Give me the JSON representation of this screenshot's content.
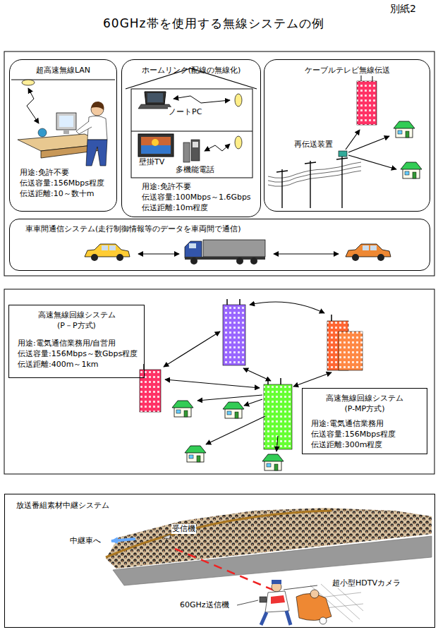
{
  "diagram": {
    "title": "60GHz帯を使用する無線システムの例",
    "nodes": [
      {
        "text": [
          "超高速無線LAN",
          "用途:免許不要 伝送容量:156Mbps程度 伝送距離:10～数十m"
        ]
      },
      {
        "text": [
          "ホームリンク(配線の無線化)",
          "用途:免許不要 伝送容量:100Mbps～1.6Gbps 伝送距離:10m程度"
        ]
      },
      {
        "text": [
          "ケーブルテレビ無線伝送"
        ]
      },
      {
        "text": [
          "車車間通信システム(走行制御情報等のデータを車両間で通信)"
        ]
      },
      {
        "text": [
          "高速無線回線システム (P－P方式)",
          "用途:電気通信業務用/自営用 伝送容量:156Mbps～数Gbps程度 伝送距離:400m～1km"
        ]
      },
      {
        "text": [
          "高速無線回線システム (P-MP方式)",
          "用途:電気通信業務用 伝送容量:156Mbps程度 伝送距離:300m程度"
        ]
      },
      {
        "text": [
          "放送番組素材中継システム"
        ]
      }
    ],
    "labels": [
      "別紙2",
      "ノートPC",
      "壁掛TV",
      "多機能電話",
      "再伝送装置",
      "受信機",
      "中継車へ",
      "超小型HDTVカメラ",
      "60GHz送信機"
    ]
  }
}
